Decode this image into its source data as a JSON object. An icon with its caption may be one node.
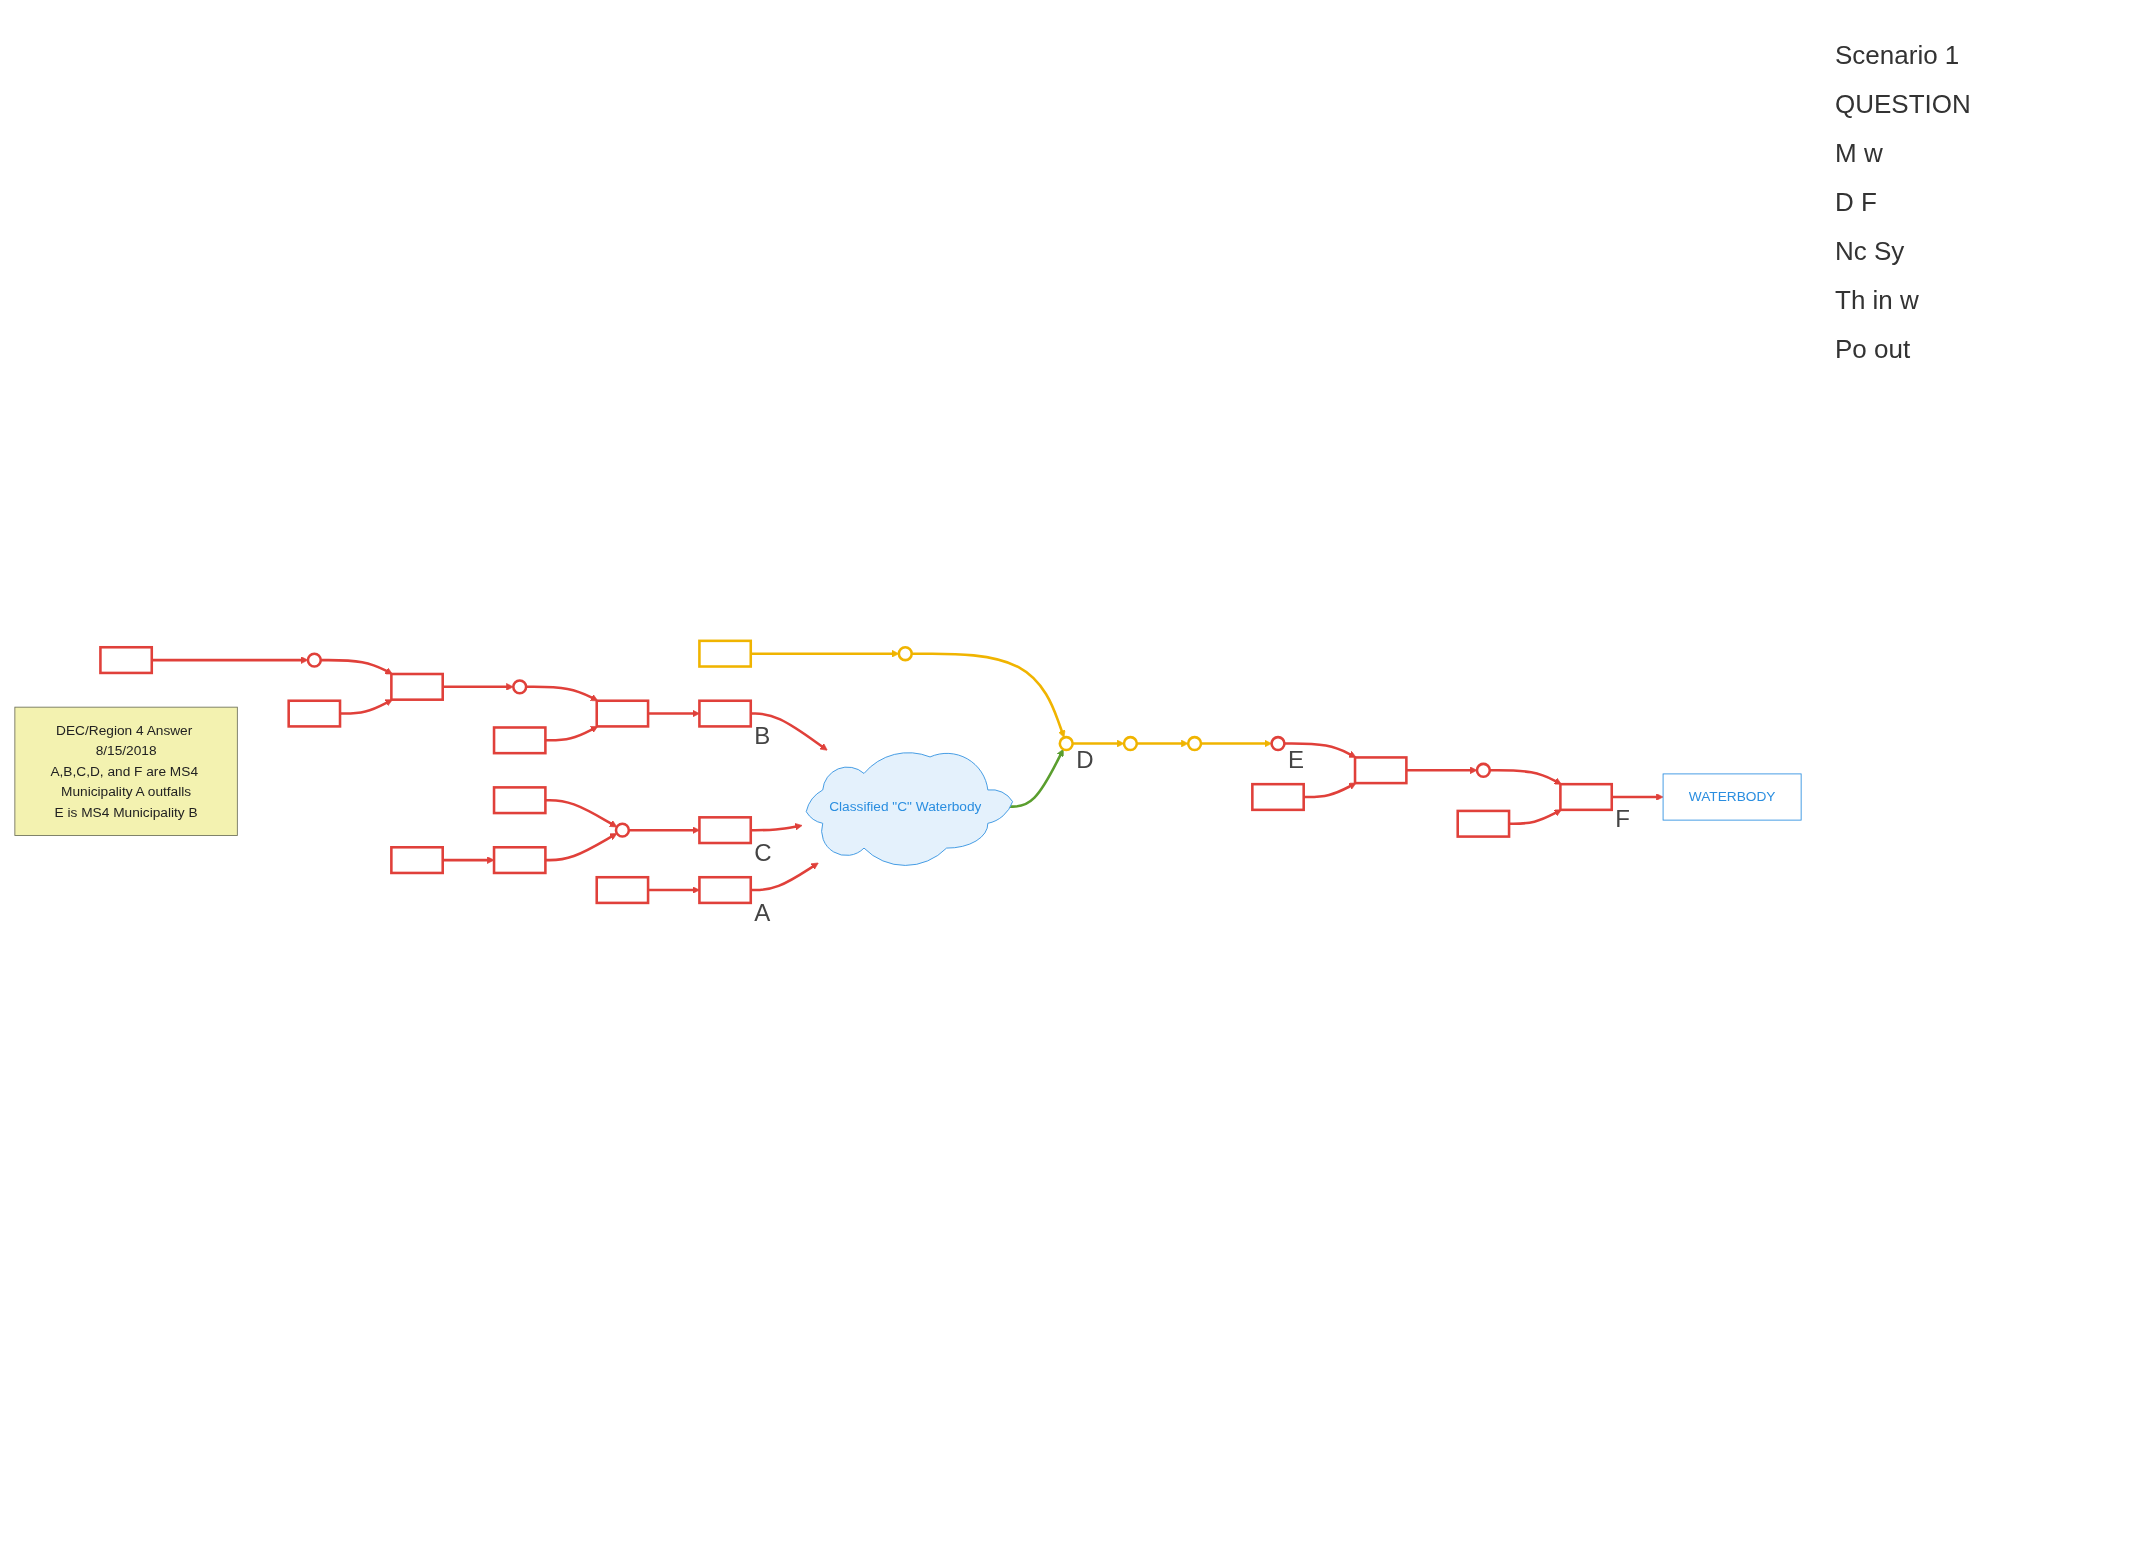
{
  "diagram": {
    "nodes": [
      {
        "text": [
          "Classified \"C\" Waterbody"
        ]
      },
      {
        "text": [
          "WATERBODY"
        ]
      },
      {
        "text": [],
        "shape": "box"
      },
      {
        "text": [],
        "shape": "circle"
      },
      {
        "text": [],
        "shape": "box"
      },
      {
        "text": [],
        "shape": "box"
      },
      {
        "text": [],
        "shape": "circle"
      },
      {
        "text": [],
        "shape": "box"
      },
      {
        "text": [],
        "shape": "box"
      },
      {
        "text": [],
        "shape": "box",
        "beside": [
          "B"
        ]
      },
      {
        "text": [],
        "shape": "circle"
      },
      {
        "text": [],
        "shape": "box"
      },
      {
        "text": [],
        "shape": "circle",
        "beside": [
          "D"
        ]
      },
      {
        "text": [],
        "shape": "circle"
      },
      {
        "text": [],
        "shape": "circle"
      },
      {
        "text": [],
        "shape": "circle",
        "beside": [
          "E"
        ]
      },
      {
        "text": [],
        "shape": "box"
      },
      {
        "text": [],
        "shape": "circle"
      },
      {
        "text": [],
        "shape": "box",
        "beside": [
          "F"
        ]
      },
      {
        "text": [],
        "shape": "box"
      },
      {
        "text": [],
        "shape": "box"
      },
      {
        "text": [],
        "shape": "box",
        "beside": [
          "C"
        ]
      },
      {
        "text": [],
        "shape": "circle"
      },
      {
        "text": [],
        "shape": "box"
      },
      {
        "text": [],
        "shape": "box"
      },
      {
        "text": [],
        "shape": "box"
      },
      {
        "text": [],
        "shape": "box"
      },
      {
        "text": [],
        "shape": "box",
        "beside": [
          "A"
        ]
      },
      {
        "text": [
          "DEC/Region 4 Answer 8/15/2018",
          "A,B,C,D, and F are MS4 Municipality A outfalls",
          "E is MS4 Municipality B"
        ]
      }
    ],
    "edges": [
      {
        "from": 2,
        "to": 3,
        "arrow": "to"
      },
      {
        "from": 3,
        "to": 4,
        "arrow": "to"
      },
      {
        "from": 5,
        "to": 4,
        "arrow": "to"
      },
      {
        "from": 4,
        "to": 6,
        "arrow": "to"
      },
      {
        "from": 6,
        "to": 8,
        "arrow": "to"
      },
      {
        "from": 7,
        "to": 8,
        "arrow": "to"
      },
      {
        "from": 8,
        "to": 9,
        "arrow": "to"
      },
      {
        "from": 9,
        "to": 0,
        "arrow": "to"
      },
      {
        "from": 11,
        "to": 10,
        "arrow": "to",
        "color": "#f0b400"
      },
      {
        "from": 10,
        "to": 12,
        "arrow": "to",
        "color": "#f0b400"
      },
      {
        "from": 0,
        "to": 12,
        "arrow": "to",
        "color": "#5a9e2e"
      },
      {
        "from": 12,
        "to": 13,
        "arrow": "to",
        "color": "#f0b400"
      },
      {
        "from": 13,
        "to": 14,
        "arrow": "to",
        "color": "#f0b400"
      },
      {
        "from": 14,
        "to": 15,
        "arrow": "to",
        "color": "#f0b400"
      },
      {
        "from": 15,
        "to": 16,
        "arrow": "to"
      },
      {
        "from": 16,
        "to": 17,
        "arrow": "to"
      },
      {
        "from": 17,
        "to": 18,
        "arrow": "to"
      },
      {
        "from": 19,
        "to": 18,
        "arrow": "to"
      },
      {
        "from": 20,
        "to": 16,
        "arrow": "to"
      },
      {
        "from": 18,
        "to": 1,
        "arrow": "to"
      },
      {
        "from": 21,
        "to": 0,
        "arrow": "to"
      },
      {
        "from": 22,
        "to": 21,
        "arrow": "to"
      },
      {
        "from": 23,
        "to": 22,
        "arrow": "to"
      },
      {
        "from": 24,
        "to": 22,
        "arrow": "to"
      },
      {
        "from": 25,
        "to": 24,
        "arrow": "to"
      },
      {
        "from": 26,
        "to": 27,
        "arrow": "to"
      },
      {
        "from": 27,
        "to": 0,
        "arrow": "to"
      }
    ],
    "labels": [
      "Scenario 1",
      "QUESTION",
      "M w",
      "D F",
      "Nc Sy",
      "Th in w",
      "Po out"
    ]
  }
}
